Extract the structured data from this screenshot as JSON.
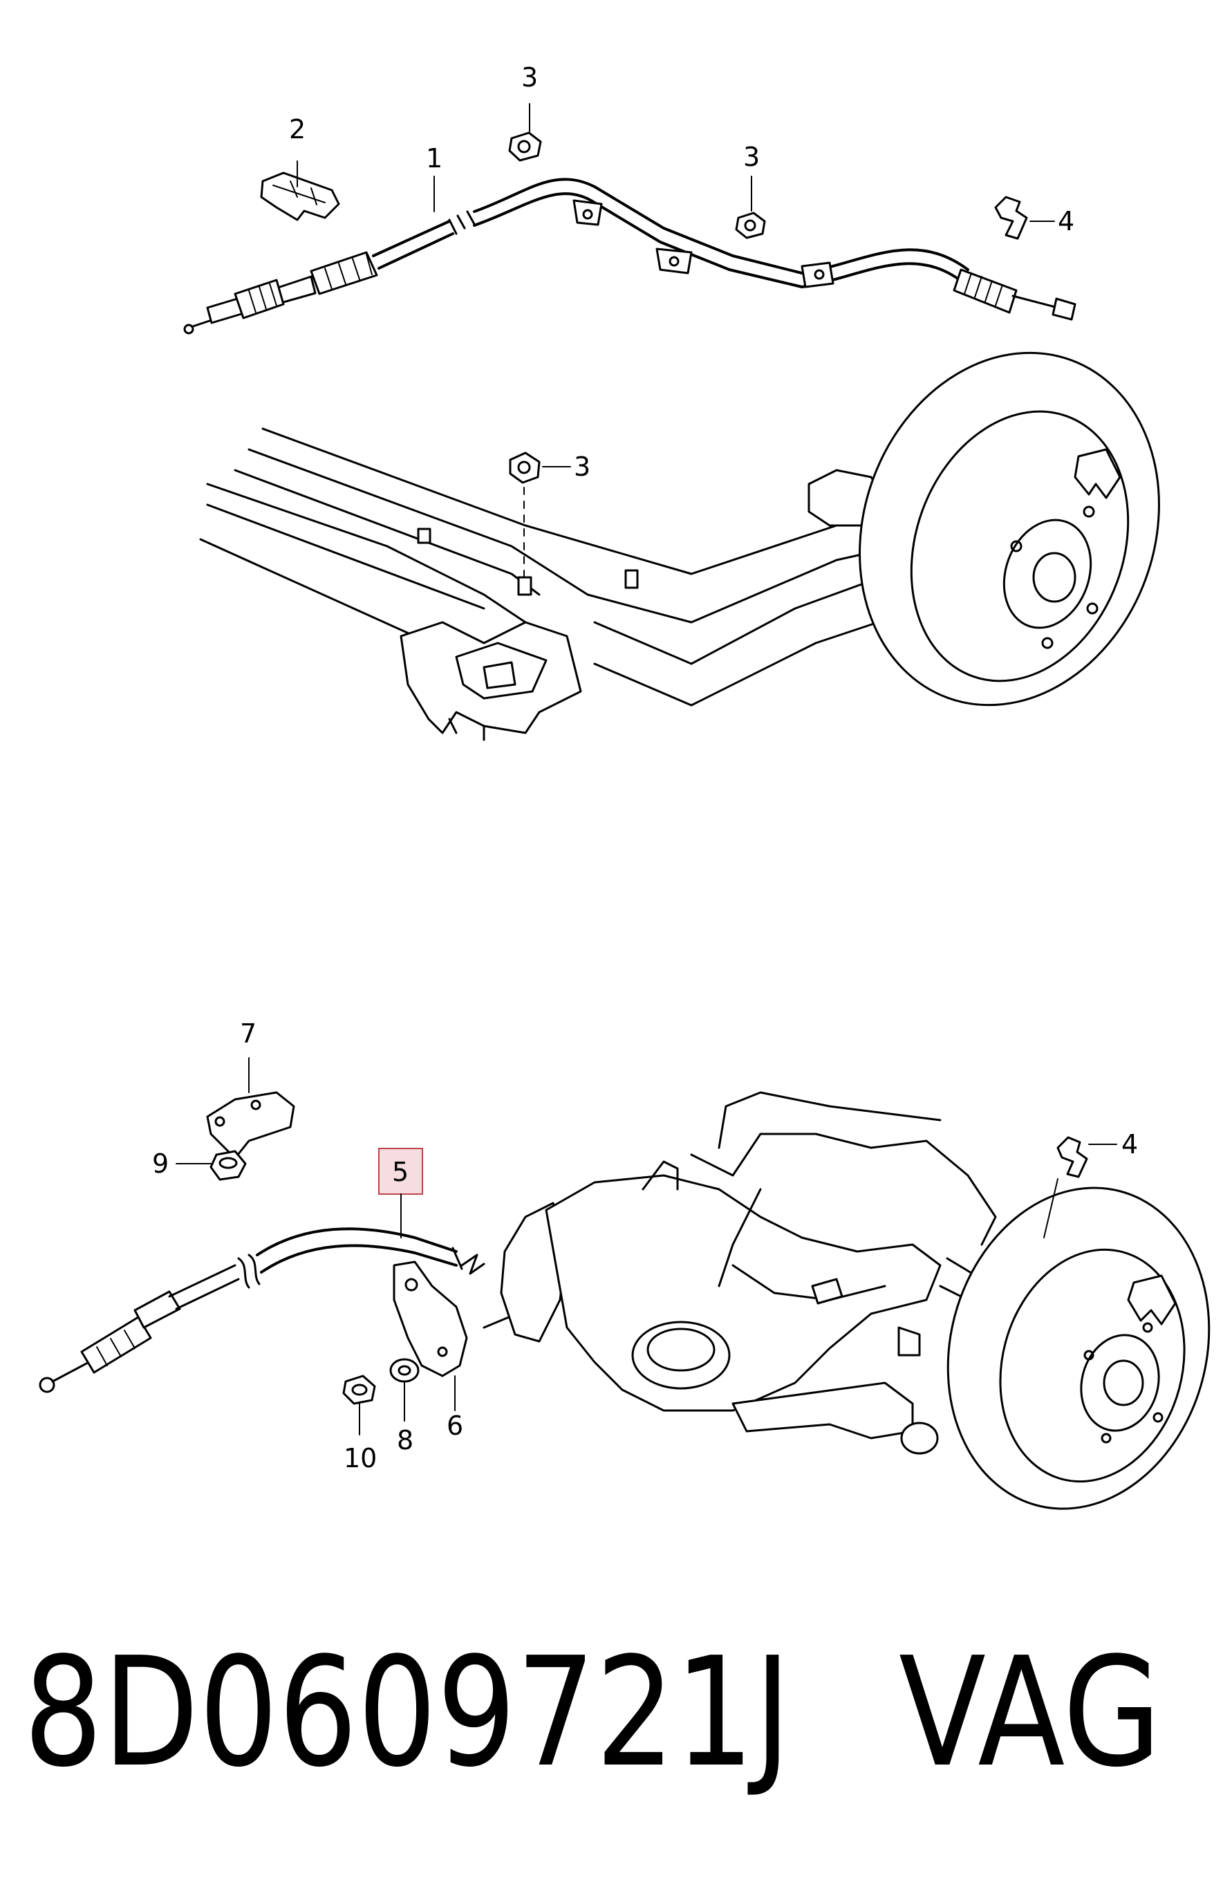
{
  "callouts": {
    "top": {
      "c1": "1",
      "c2": "2",
      "c3a": "3",
      "c3b": "3",
      "c3c": "3",
      "c4": "4"
    },
    "bottom": {
      "c4": "4",
      "c5": "5",
      "c6": "6",
      "c7": "7",
      "c8": "8",
      "c9": "9",
      "c10": "10"
    }
  },
  "highlight": {
    "callout": "5",
    "border_color": "#c0424a",
    "fill_color": "#f6dde0"
  },
  "footer": {
    "part_number": "8D0609721J",
    "brand": "VAG"
  }
}
